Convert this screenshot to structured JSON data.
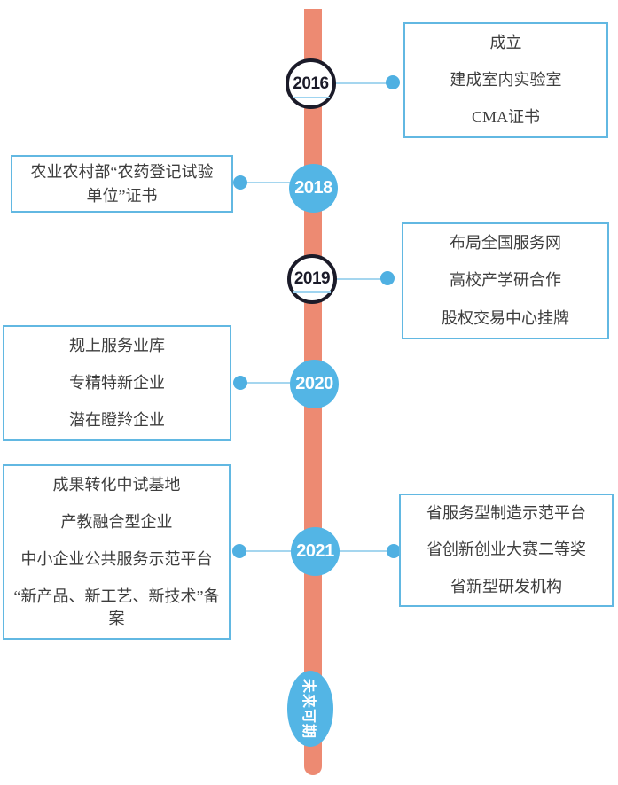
{
  "timeline": {
    "nodes": {
      "n2016": "2016",
      "n2018": "2018",
      "n2019": "2019",
      "n2020": "2020",
      "n2021": "2021"
    },
    "future_label": "未来可期"
  },
  "boxes": {
    "b2016": {
      "lines": [
        "成立",
        "建成室内实验室",
        "CMA证书"
      ]
    },
    "b2018": {
      "lines": [
        "农业农村部“农药登记试验单位”证书"
      ]
    },
    "b2019": {
      "lines": [
        "布局全国服务网",
        "高校产学研合作",
        "股权交易中心挂牌"
      ]
    },
    "b2020": {
      "lines": [
        "规上服务业库",
        "专精特新企业",
        "潜在瞪羚企业"
      ]
    },
    "b2021_left": {
      "lines": [
        "成果转化中试基地",
        "产教融合型企业",
        "中小企业公共服务示范平台",
        "“新产品、新工艺、新技术”备案"
      ]
    },
    "b2021_right": {
      "lines": [
        "省服务型制造示范平台",
        "省创新创业大赛二等奖",
        "省新型研发机构"
      ]
    }
  },
  "colors": {
    "bar": "#ED8A72",
    "node_blue": "#53B5E5",
    "connector_line": "#A5D6EF",
    "connector_dot": "#4FB0E2",
    "box_border": "#62B8E2",
    "dark_ring": "#1B1B29",
    "text": "#3D3D3D"
  }
}
